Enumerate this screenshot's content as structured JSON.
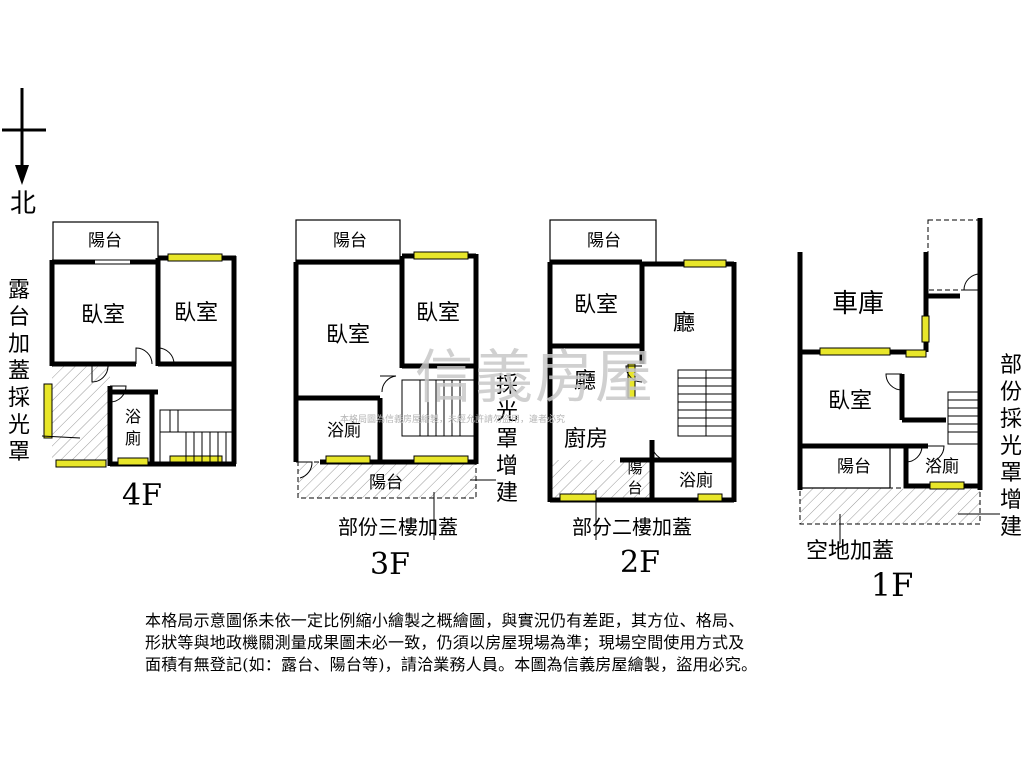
{
  "compass": {
    "north_label": "北"
  },
  "colors": {
    "window_fill": "#e8e62a",
    "hatch": "#9a9a9a",
    "wall": "#000000",
    "watermark": "#c8c8c8"
  },
  "floor_4f": {
    "floor_label": "4F",
    "balcony": "陽台",
    "bedroom_left": "臥室",
    "bedroom_right": "臥室",
    "bathroom": "浴\n廁",
    "side_note": "露\n台\n加\n蓋\n採\n光\n罩"
  },
  "floor_3f": {
    "floor_label": "3F",
    "balcony_top": "陽台",
    "bedroom_left": "臥室",
    "bedroom_right": "臥室",
    "bathroom": "浴廁",
    "balcony_bottom": "陽台",
    "extension_note": "部份三樓加蓋",
    "side_note": "採\n光\n罩\n增\n建"
  },
  "floor_2f": {
    "floor_label": "2F",
    "balcony_top": "陽台",
    "bedroom": "臥室",
    "living_right": "廳",
    "living_left": "廳",
    "kitchen": "廚房",
    "balcony_small": "陽\n台",
    "bathroom": "浴廁",
    "extension_note": "部分二樓加蓋"
  },
  "floor_1f": {
    "floor_label": "1F",
    "garage": "車庫",
    "bedroom": "臥室",
    "balcony": "陽台",
    "bathroom": "浴廁",
    "extension_note": "空地加蓋",
    "side_note": "部\n份\n採\n光\n罩\n增\n建"
  },
  "watermark": {
    "brand": "信義房屋",
    "note": "本格局圖為信義房屋繪製，未經允許請勿盜用，違者必究"
  },
  "disclaimer": "本格局示意圖係未依一定比例縮小繪製之概繪圖，與實況仍有差距，其方位、格局、\n形狀等與地政機關測量成果圖未必一致，仍須以房屋現場為準；現場空間使用方式及\n面積有無登記(如：露台、陽台等)，請洽業務人員。本圖為信義房屋繪製，盜用必究。"
}
